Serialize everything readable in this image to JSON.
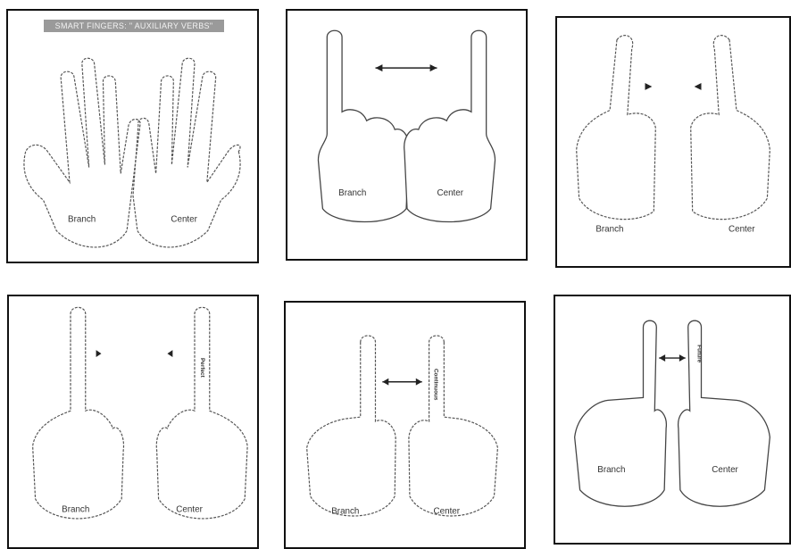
{
  "panels": [
    {
      "title": "SMART FINGERS: \" AUXILIARY VERBS\"",
      "left_hand": "Branch",
      "right_hand": "Center"
    },
    {
      "left_hand": "Branch",
      "right_hand": "Center"
    },
    {
      "left_hand": "Branch",
      "right_hand": "Center"
    },
    {
      "left_hand": "Branch",
      "right_hand": "Center",
      "right_finger": "Perfect"
    },
    {
      "left_hand": "Branch",
      "right_hand": "Center",
      "right_finger": "Continuous"
    },
    {
      "left_hand": "Branch",
      "right_hand": "Center",
      "right_finger": "Future"
    }
  ]
}
